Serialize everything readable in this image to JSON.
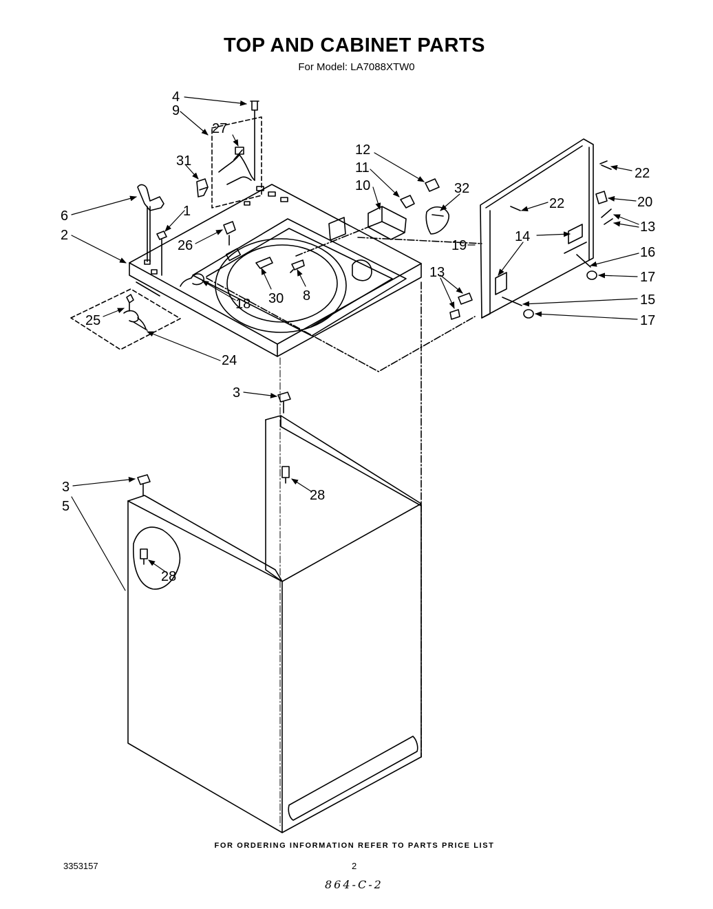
{
  "title": "TOP AND CABINET PARTS",
  "subtitle": "For Model: LA7088XTW0",
  "footer_note": "FOR ORDERING INFORMATION REFER TO PARTS PRICE LIST",
  "doc_number": "3353157",
  "page_number": "2",
  "handwritten_code": "864-C-2",
  "callouts": [
    {
      "id": "c4",
      "label": "4"
    },
    {
      "id": "c9",
      "label": "9"
    },
    {
      "id": "c27",
      "label": "27"
    },
    {
      "id": "c31",
      "label": "31"
    },
    {
      "id": "c6",
      "label": "6"
    },
    {
      "id": "c1",
      "label": "1"
    },
    {
      "id": "c2",
      "label": "2"
    },
    {
      "id": "c26",
      "label": "26"
    },
    {
      "id": "c12",
      "label": "12"
    },
    {
      "id": "c11",
      "label": "11"
    },
    {
      "id": "c10",
      "label": "10"
    },
    {
      "id": "c32",
      "label": "32"
    },
    {
      "id": "c19",
      "label": "19"
    },
    {
      "id": "c30",
      "label": "30"
    },
    {
      "id": "c8",
      "label": "8"
    },
    {
      "id": "c18",
      "label": "18"
    },
    {
      "id": "c25",
      "label": "25"
    },
    {
      "id": "c24",
      "label": "24"
    },
    {
      "id": "c22a",
      "label": "22"
    },
    {
      "id": "c20",
      "label": "20"
    },
    {
      "id": "c22b",
      "label": "22"
    },
    {
      "id": "c13a",
      "label": "13"
    },
    {
      "id": "c14",
      "label": "14"
    },
    {
      "id": "c16",
      "label": "16"
    },
    {
      "id": "c17a",
      "label": "17"
    },
    {
      "id": "c13b",
      "label": "13"
    },
    {
      "id": "c15",
      "label": "15"
    },
    {
      "id": "c17b",
      "label": "17"
    },
    {
      "id": "c3a",
      "label": "3"
    },
    {
      "id": "c3b",
      "label": "3"
    },
    {
      "id": "c5",
      "label": "5"
    },
    {
      "id": "c28a",
      "label": "28"
    },
    {
      "id": "c28b",
      "label": "28"
    }
  ]
}
